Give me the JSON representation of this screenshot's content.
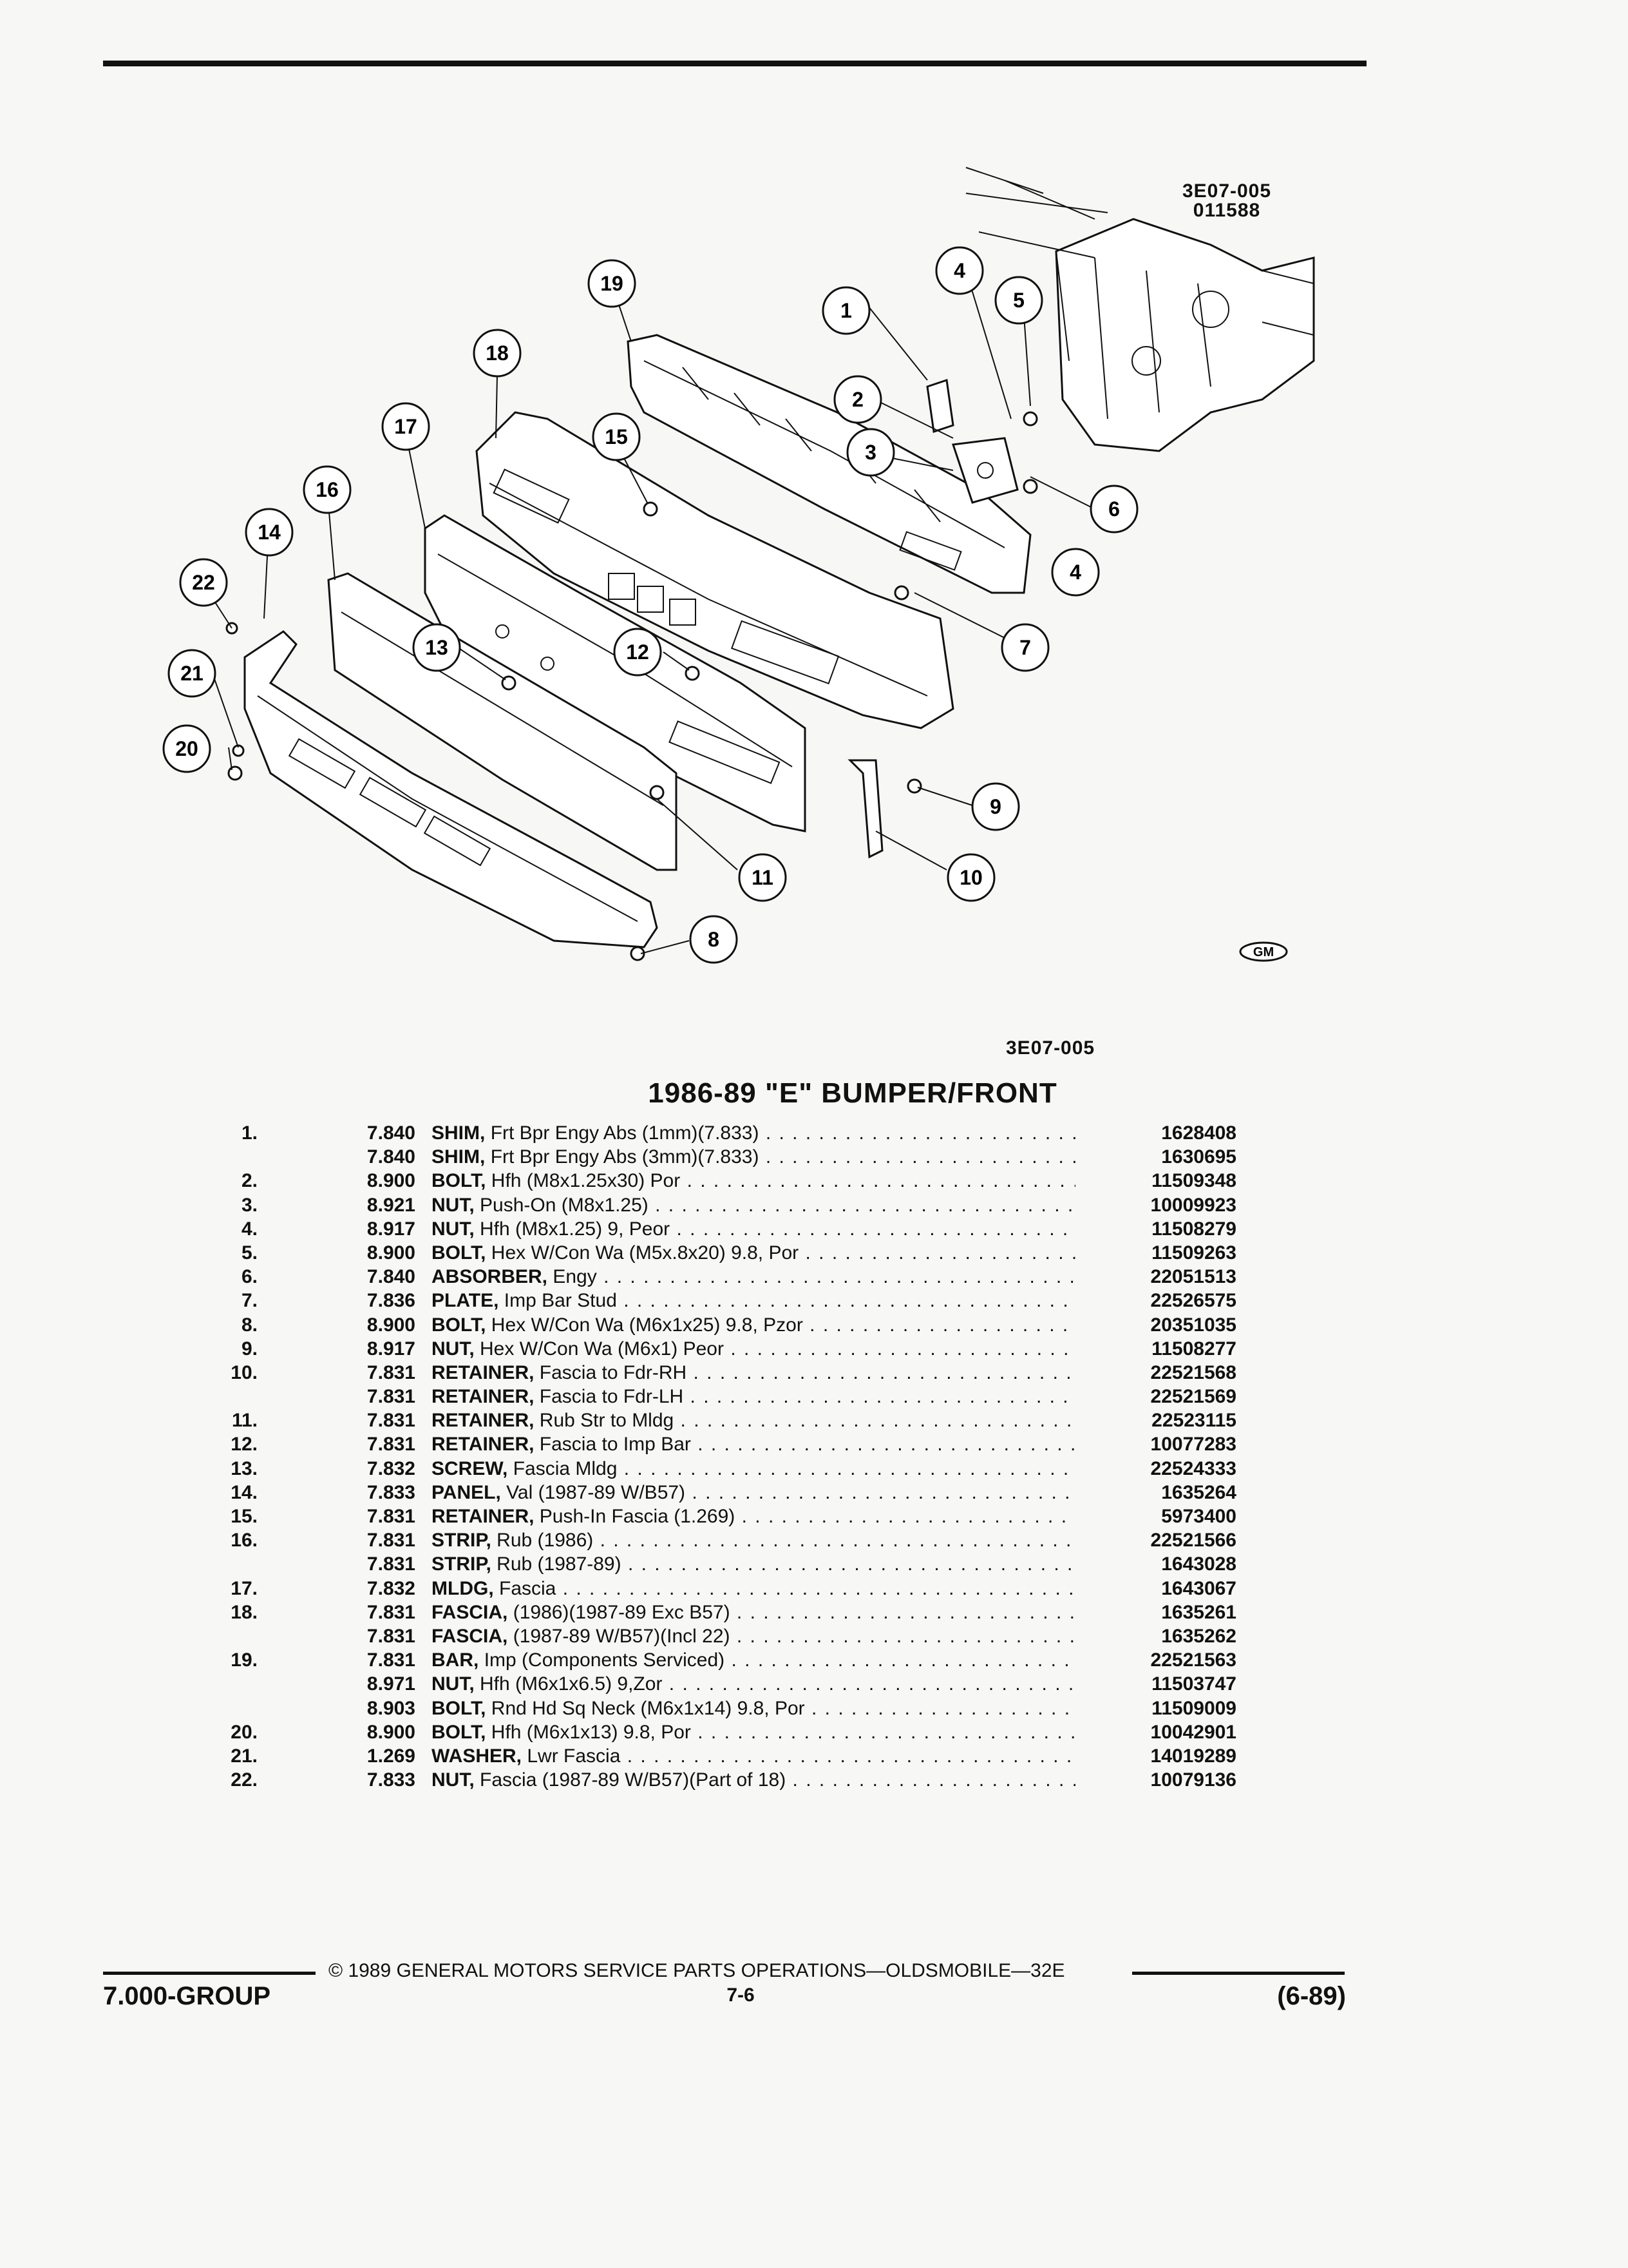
{
  "diagram": {
    "ref_code_top": "3E07-005",
    "ref_code_sub": "011588",
    "ref_code_bottom": "3E07-005",
    "gm_logo": "GM",
    "callouts": [
      "1",
      "2",
      "3",
      "4",
      "4",
      "5",
      "6",
      "7",
      "8",
      "9",
      "10",
      "11",
      "12",
      "13",
      "14",
      "15",
      "16",
      "17",
      "18",
      "19",
      "20",
      "21",
      "22"
    ]
  },
  "title": "1986-89 \"E\" BUMPER/FRONT",
  "parts": [
    {
      "num": "1.",
      "group": "7.840",
      "name": "SHIM,",
      "detail": "Frt Bpr Engy Abs (1mm)(7.833)",
      "part_no": "1628408"
    },
    {
      "num": "",
      "group": "7.840",
      "name": "SHIM,",
      "detail": "Frt Bpr Engy Abs (3mm)(7.833)",
      "part_no": "1630695"
    },
    {
      "num": "2.",
      "group": "8.900",
      "name": "BOLT,",
      "detail": "Hfh (M8x1.25x30) Por",
      "part_no": "11509348"
    },
    {
      "num": "3.",
      "group": "8.921",
      "name": "NUT,",
      "detail": "Push-On (M8x1.25)",
      "part_no": "10009923"
    },
    {
      "num": "4.",
      "group": "8.917",
      "name": "NUT,",
      "detail": "Hfh (M8x1.25) 9, Peor",
      "part_no": "11508279"
    },
    {
      "num": "5.",
      "group": "8.900",
      "name": "BOLT,",
      "detail": "Hex W/Con Wa (M5x.8x20) 9.8, Por",
      "part_no": "11509263"
    },
    {
      "num": "6.",
      "group": "7.840",
      "name": "ABSORBER,",
      "detail": "Engy",
      "part_no": "22051513"
    },
    {
      "num": "7.",
      "group": "7.836",
      "name": "PLATE,",
      "detail": "Imp Bar Stud",
      "part_no": "22526575"
    },
    {
      "num": "8.",
      "group": "8.900",
      "name": "BOLT,",
      "detail": "Hex W/Con Wa (M6x1x25) 9.8, Pzor",
      "part_no": "20351035"
    },
    {
      "num": "9.",
      "group": "8.917",
      "name": "NUT,",
      "detail": "Hex W/Con Wa (M6x1) Peor",
      "part_no": "11508277"
    },
    {
      "num": "10.",
      "group": "7.831",
      "name": "RETAINER,",
      "detail": "Fascia to Fdr-RH",
      "part_no": "22521568"
    },
    {
      "num": "",
      "group": "7.831",
      "name": "RETAINER,",
      "detail": "Fascia to Fdr-LH",
      "part_no": "22521569"
    },
    {
      "num": "11.",
      "group": "7.831",
      "name": "RETAINER,",
      "detail": "Rub Str to Mldg",
      "part_no": "22523115"
    },
    {
      "num": "12.",
      "group": "7.831",
      "name": "RETAINER,",
      "detail": "Fascia to Imp Bar",
      "part_no": "10077283"
    },
    {
      "num": "13.",
      "group": "7.832",
      "name": "SCREW,",
      "detail": "Fascia Mldg",
      "part_no": "22524333"
    },
    {
      "num": "14.",
      "group": "7.833",
      "name": "PANEL,",
      "detail": "Val (1987-89 W/B57)",
      "part_no": "1635264"
    },
    {
      "num": "15.",
      "group": "7.831",
      "name": "RETAINER,",
      "detail": "Push-In Fascia (1.269)",
      "part_no": "5973400"
    },
    {
      "num": "16.",
      "group": "7.831",
      "name": "STRIP,",
      "detail": "Rub (1986)",
      "part_no": "22521566"
    },
    {
      "num": "",
      "group": "7.831",
      "name": "STRIP,",
      "detail": "Rub (1987-89)",
      "part_no": "1643028"
    },
    {
      "num": "17.",
      "group": "7.832",
      "name": "MLDG,",
      "detail": "Fascia",
      "part_no": "1643067"
    },
    {
      "num": "18.",
      "group": "7.831",
      "name": "FASCIA,",
      "detail": "(1986)(1987-89 Exc B57)",
      "part_no": "1635261"
    },
    {
      "num": "",
      "group": "7.831",
      "name": "FASCIA,",
      "detail": "(1987-89 W/B57)(Incl 22)",
      "part_no": "1635262"
    },
    {
      "num": "19.",
      "group": "7.831",
      "name": "BAR,",
      "detail": "Imp (Components Serviced)",
      "part_no": "22521563"
    },
    {
      "num": "",
      "group": "8.971",
      "name": "NUT,",
      "detail": "Hfh (M6x1x6.5) 9,Zor",
      "part_no": "11503747"
    },
    {
      "num": "",
      "group": "8.903",
      "name": "BOLT,",
      "detail": "Rnd Hd Sq Neck (M6x1x14) 9.8, Por",
      "part_no": "11509009"
    },
    {
      "num": "20.",
      "group": "8.900",
      "name": "BOLT,",
      "detail": "Hfh (M6x1x13) 9.8, Por",
      "part_no": "10042901"
    },
    {
      "num": "21.",
      "group": "1.269",
      "name": "WASHER,",
      "detail": "Lwr Fascia",
      "part_no": "14019289"
    },
    {
      "num": "22.",
      "group": "7.833",
      "name": "NUT,",
      "detail": "Fascia (1987-89 W/B57)(Part of 18)",
      "part_no": "10079136"
    }
  ],
  "footer": {
    "copyright": "© 1989 GENERAL MOTORS SERVICE PARTS OPERATIONS—OLDSMOBILE—32E",
    "group": "7.000-GROUP",
    "page": "7-6",
    "date": "(6-89)"
  }
}
